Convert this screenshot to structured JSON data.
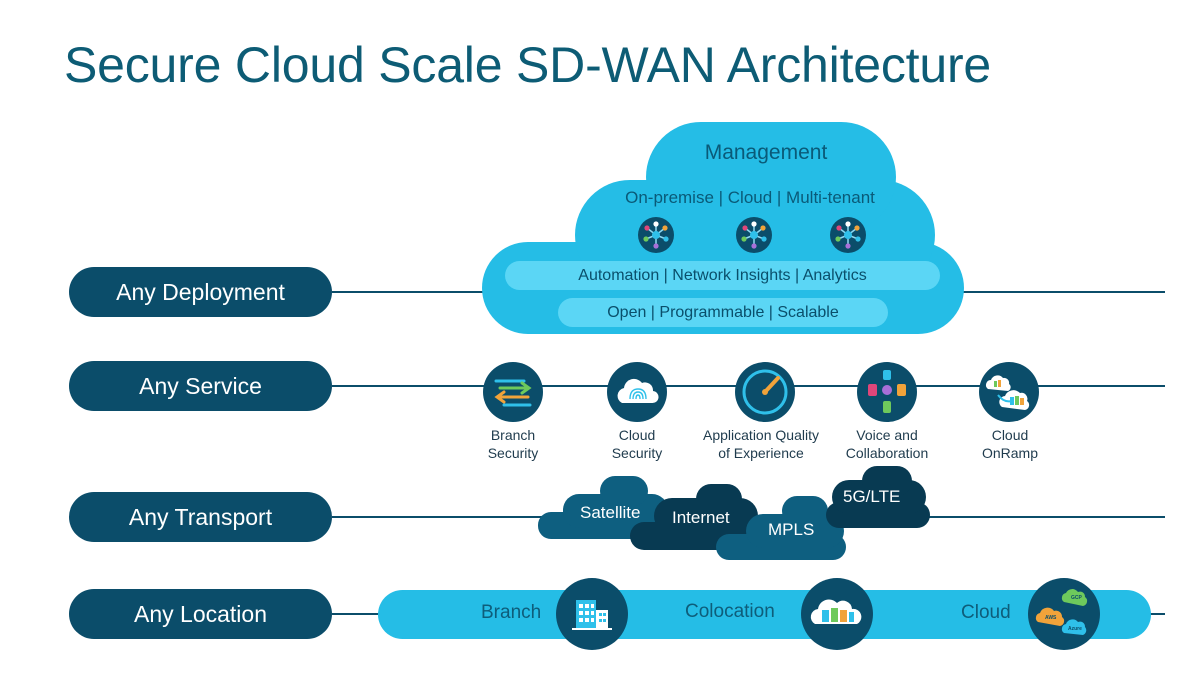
{
  "title": "Secure Cloud Scale SD-WAN Architecture",
  "rows": {
    "deployment": "Any Deployment",
    "service": "Any Service",
    "transport": "Any Transport",
    "location": "Any Location"
  },
  "management": {
    "title": "Management",
    "options": "On-premise | Cloud | Multi-tenant",
    "pill_1": "Automation | Network Insights | Analytics",
    "pill_2": "Open | Programmable | Scalable"
  },
  "services": [
    {
      "line1": "Branch",
      "line2": "Security",
      "icon": "branch-security-icon"
    },
    {
      "line1": "Cloud",
      "line2": "Security",
      "icon": "cloud-security-icon"
    },
    {
      "line1": "Application Quality",
      "line2": "of Experience",
      "icon": "speedometer-icon"
    },
    {
      "line1": "Voice and",
      "line2": "Collaboration",
      "icon": "collaboration-icon"
    },
    {
      "line1": "Cloud",
      "line2": "OnRamp",
      "icon": "cloud-onramp-icon"
    }
  ],
  "transports": [
    "Satellite",
    "Internet",
    "MPLS",
    "5G/LTE"
  ],
  "locations": [
    {
      "label": "Branch",
      "icon": "building-icon"
    },
    {
      "label": "Colocation",
      "icon": "datacenter-icon"
    },
    {
      "label": "Cloud",
      "icon": "multicloud-icon"
    }
  ],
  "cloud_badges": [
    "GCP",
    "AWS",
    "Azure"
  ],
  "colors": {
    "dark_navy": "#0b4d6a",
    "cloud_blue": "#25bde6",
    "light_pill": "#5bd6f5",
    "title_teal": "#0d5c75"
  }
}
